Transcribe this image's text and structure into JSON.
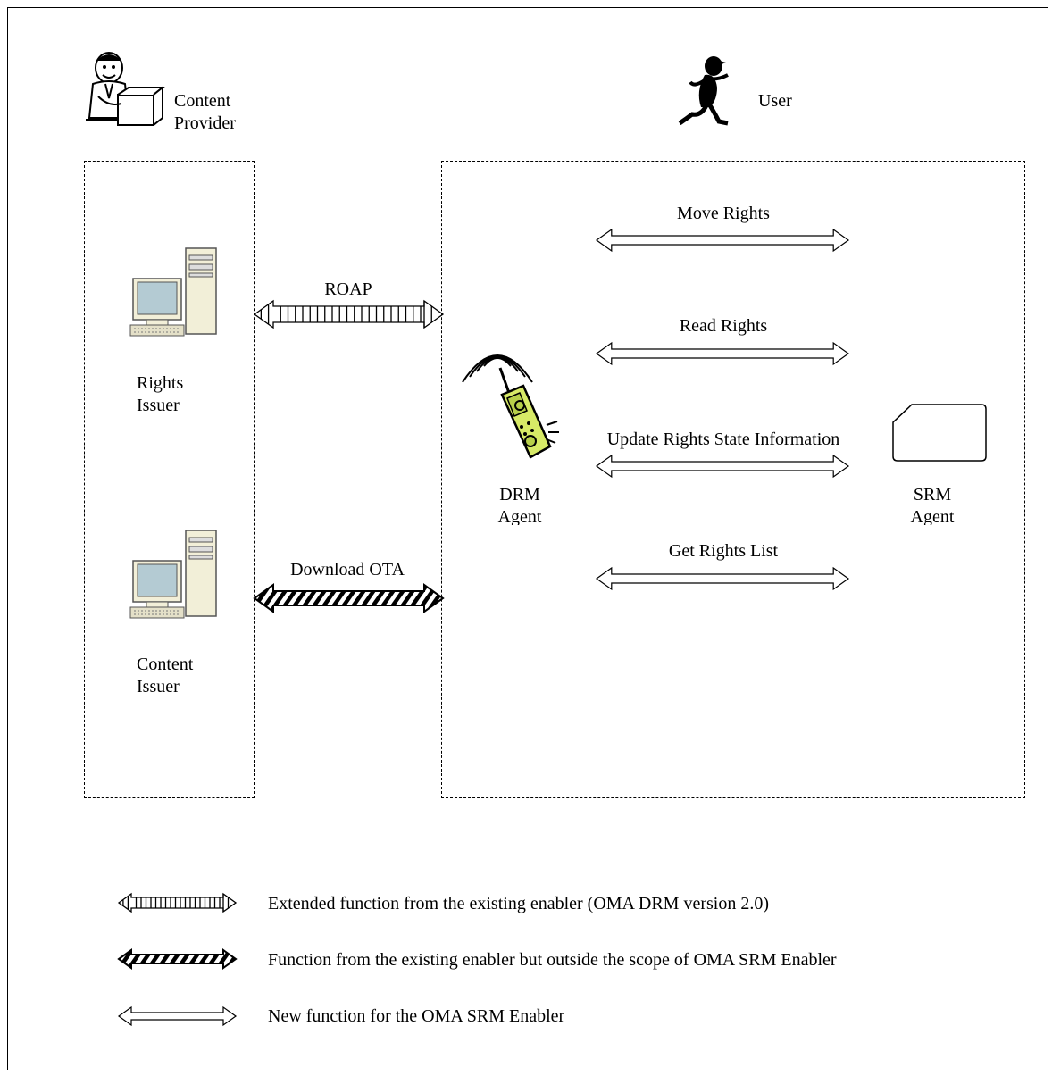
{
  "actors": {
    "content_provider": [
      "Content",
      "Provider"
    ],
    "user": "User"
  },
  "nodes": {
    "rights_issuer": [
      "Rights",
      "Issuer"
    ],
    "content_issuer": [
      "Content",
      "Issuer"
    ],
    "drm_agent": [
      "DRM",
      "Agent"
    ],
    "srm_agent": [
      "SRM",
      "Agent"
    ]
  },
  "connections": {
    "roap": "ROAP",
    "download_ota": "Download OTA",
    "move_rights": "Move Rights",
    "read_rights": "Read Rights",
    "update_rights_state": "Update Rights State Information",
    "get_rights_list": "Get Rights List"
  },
  "legend": [
    {
      "style": "ladder",
      "text": "Extended function from the existing enabler (OMA DRM version 2.0)"
    },
    {
      "style": "hatched",
      "text": "Function from the existing enabler but outside the scope of OMA SRM Enabler"
    },
    {
      "style": "hollow",
      "text": "New function for the OMA SRM Enabler"
    }
  ],
  "icons": {
    "content_provider": "businessman-with-box-icon",
    "user": "running-person-icon",
    "rights_issuer": "desktop-computer-icon",
    "content_issuer": "desktop-computer-icon",
    "drm_agent": "mobile-phone-icon",
    "srm_agent": "memory-card-icon"
  }
}
